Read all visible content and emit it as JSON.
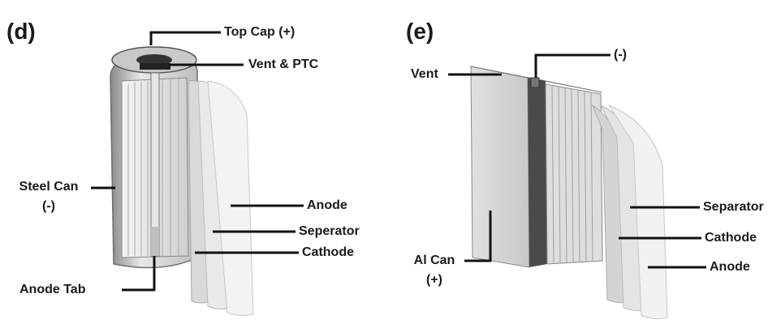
{
  "panels": {
    "d": {
      "tag": "(d)",
      "labels": {
        "top_cap": "Top Cap (+)",
        "vent_ptc": "Vent & PTC",
        "steel_can_line1": "Steel Can",
        "steel_can_line2": "(-)",
        "anode": "Anode",
        "seperator": "Seperator",
        "cathode": "Cathode",
        "anode_tab": "Anode Tab"
      }
    },
    "e": {
      "tag": "(e)",
      "labels": {
        "vent": "Vent",
        "negative": "(-)",
        "separator": "Separator",
        "cathode": "Cathode",
        "anode": "Anode",
        "al_can_line1": "Al Can",
        "al_can_line2": "(+)"
      }
    }
  }
}
